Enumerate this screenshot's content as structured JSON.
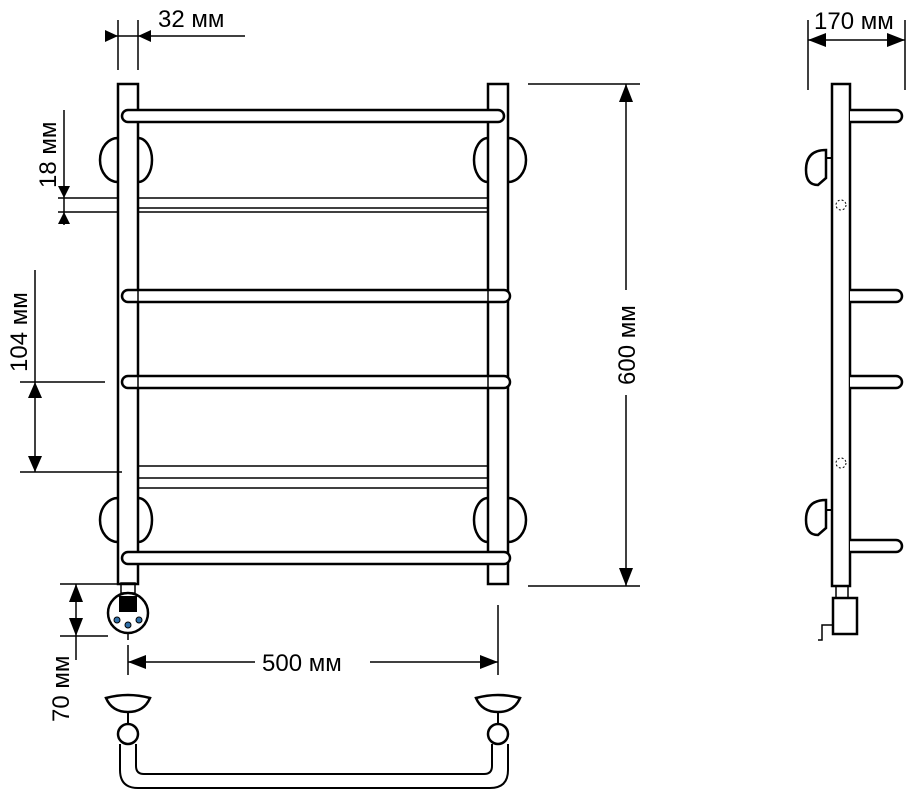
{
  "dimensions": {
    "post_width": "32 мм",
    "bar_thickness": "18 мм",
    "bar_spacing": "104 мм",
    "height": "600 мм",
    "bottom_offset": "70 мм",
    "width": "500 мм",
    "depth": "170 мм"
  },
  "colors": {
    "line": "#000000",
    "background": "#ffffff",
    "heater": "#000000"
  }
}
